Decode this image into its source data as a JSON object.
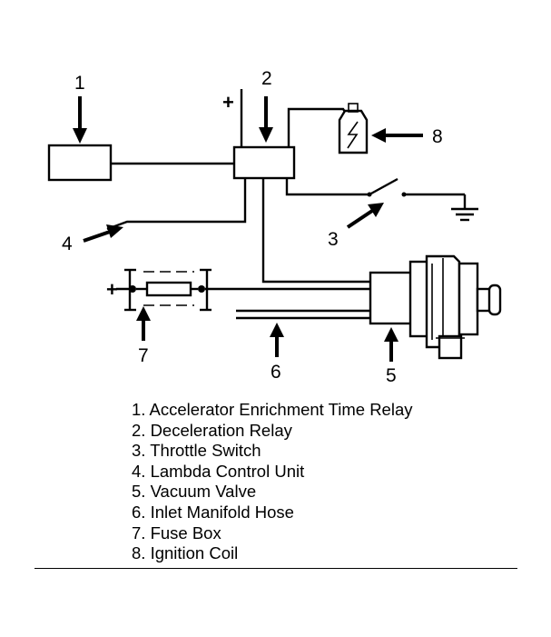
{
  "callouts": {
    "c1": "1",
    "c2": "2",
    "c3": "3",
    "c4": "4",
    "c5": "5",
    "c6": "6",
    "c7": "7",
    "c8": "8"
  },
  "terminal_signs": {
    "relay_plus": "+",
    "fuse_plus": "+"
  },
  "legend": [
    "1. Accelerator Enrichment Time Relay",
    "2. Deceleration Relay",
    "3. Throttle Switch",
    "4. Lambda Control Unit",
    "5. Vacuum Valve",
    "6. Inlet Manifold Hose",
    "7. Fuse Box",
    "8. Ignition Coil"
  ],
  "colors": {
    "ink": "#000000",
    "paper": "#ffffff"
  }
}
